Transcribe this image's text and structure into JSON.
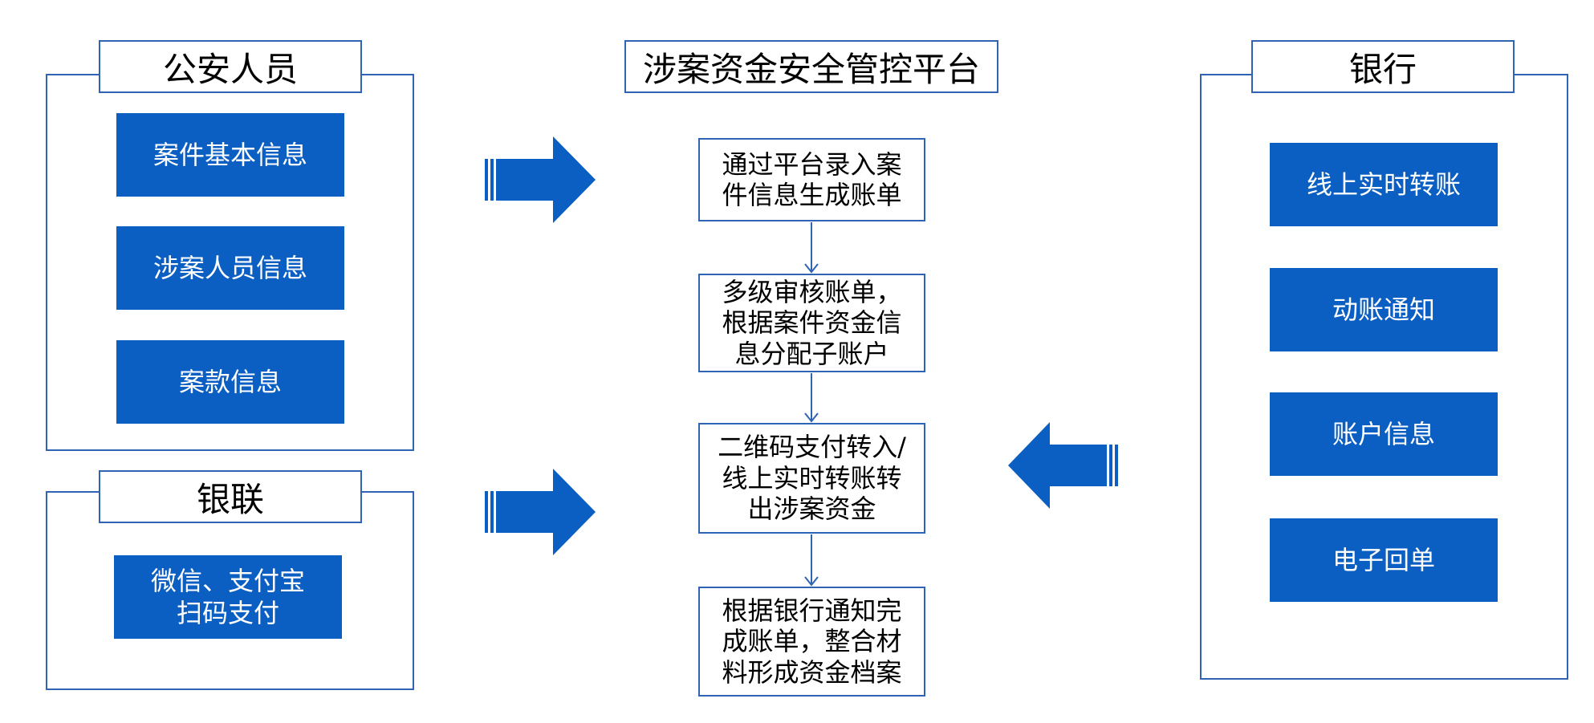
{
  "colors": {
    "accent": "#0b5fc3",
    "border": "#2f63b4"
  },
  "police": {
    "title": "公安人员",
    "items": [
      "案件基本信息",
      "涉案人员信息",
      "案款信息"
    ]
  },
  "unionpay": {
    "title": "银联",
    "items": [
      "微信、支付宝\n扫码支付"
    ]
  },
  "platform": {
    "title": "涉案资金安全管控平台",
    "steps": [
      "通过平台录入案\n件信息生成账单",
      "多级审核账单，\n根据案件资金信\n息分配子账户",
      "二维码支付转入/\n线上实时转账转\n出涉案资金",
      "根据银行通知完\n成账单，整合材\n料形成资金档案"
    ]
  },
  "bank": {
    "title": "银行",
    "items": [
      "线上实时转账",
      "动账通知",
      "账户信息",
      "电子回单"
    ]
  }
}
